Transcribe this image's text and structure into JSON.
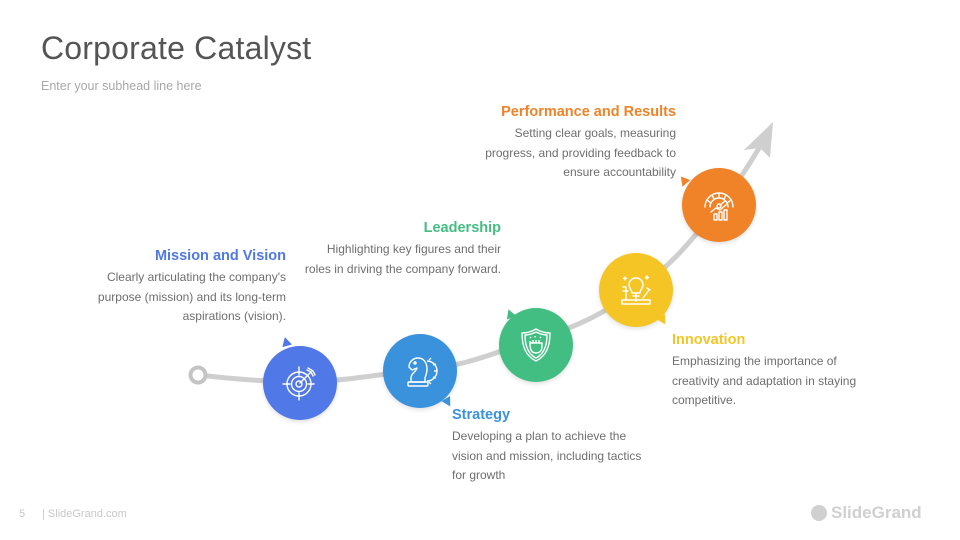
{
  "header": {
    "title": "Corporate Catalyst",
    "subhead": "Enter your subhead line here"
  },
  "steps": [
    {
      "title": "Mission and Vision",
      "description": "Clearly articulating the company's purpose (mission) and its long-term aspirations (vision).",
      "icon": "target-arrow-icon",
      "color": "#5078E6"
    },
    {
      "title": "Strategy",
      "description": "Developing a plan to achieve the vision and mission, including tactics for growth",
      "icon": "chess-knight-gear-icon",
      "color": "#3A92DD"
    },
    {
      "title": "Leadership",
      "description": "Highlighting key figures and their roles in driving the company forward.",
      "icon": "shield-fist-icon",
      "color": "#43BE82"
    },
    {
      "title": "Innovation",
      "description": "Emphasizing the importance of creativity and adaptation in staying competitive.",
      "icon": "lightbulb-idea-icon",
      "color": "#F5C525"
    },
    {
      "title": "Performance and Results",
      "description": "Setting clear goals, measuring progress, and providing feedback to ensure accountability",
      "icon": "gauge-chart-icon",
      "color": "#F08228"
    }
  ],
  "footer": {
    "page_number": "5",
    "site": "| SlideGrand.com",
    "brand": "SlideGrand"
  },
  "colors": {
    "path": "#CFCFCF",
    "title": "#555555",
    "body_text": "#6E6E6E"
  }
}
